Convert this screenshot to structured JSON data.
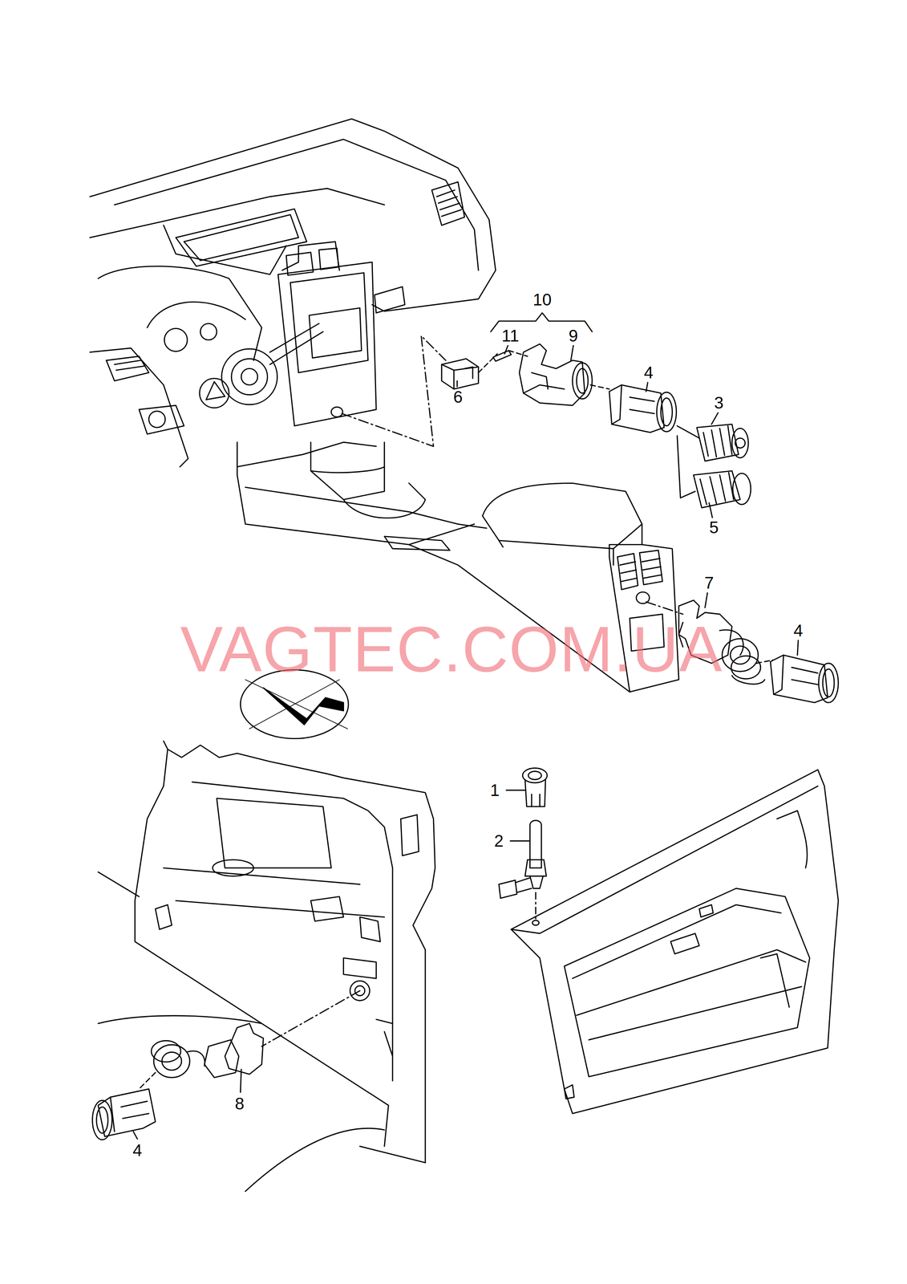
{
  "diagram": {
    "labels": [
      "10",
      "11",
      "9",
      "6",
      "4",
      "3",
      "5",
      "7",
      "4",
      "1",
      "2",
      "8",
      "4",
      "VAGTEC.COM.UA"
    ]
  }
}
